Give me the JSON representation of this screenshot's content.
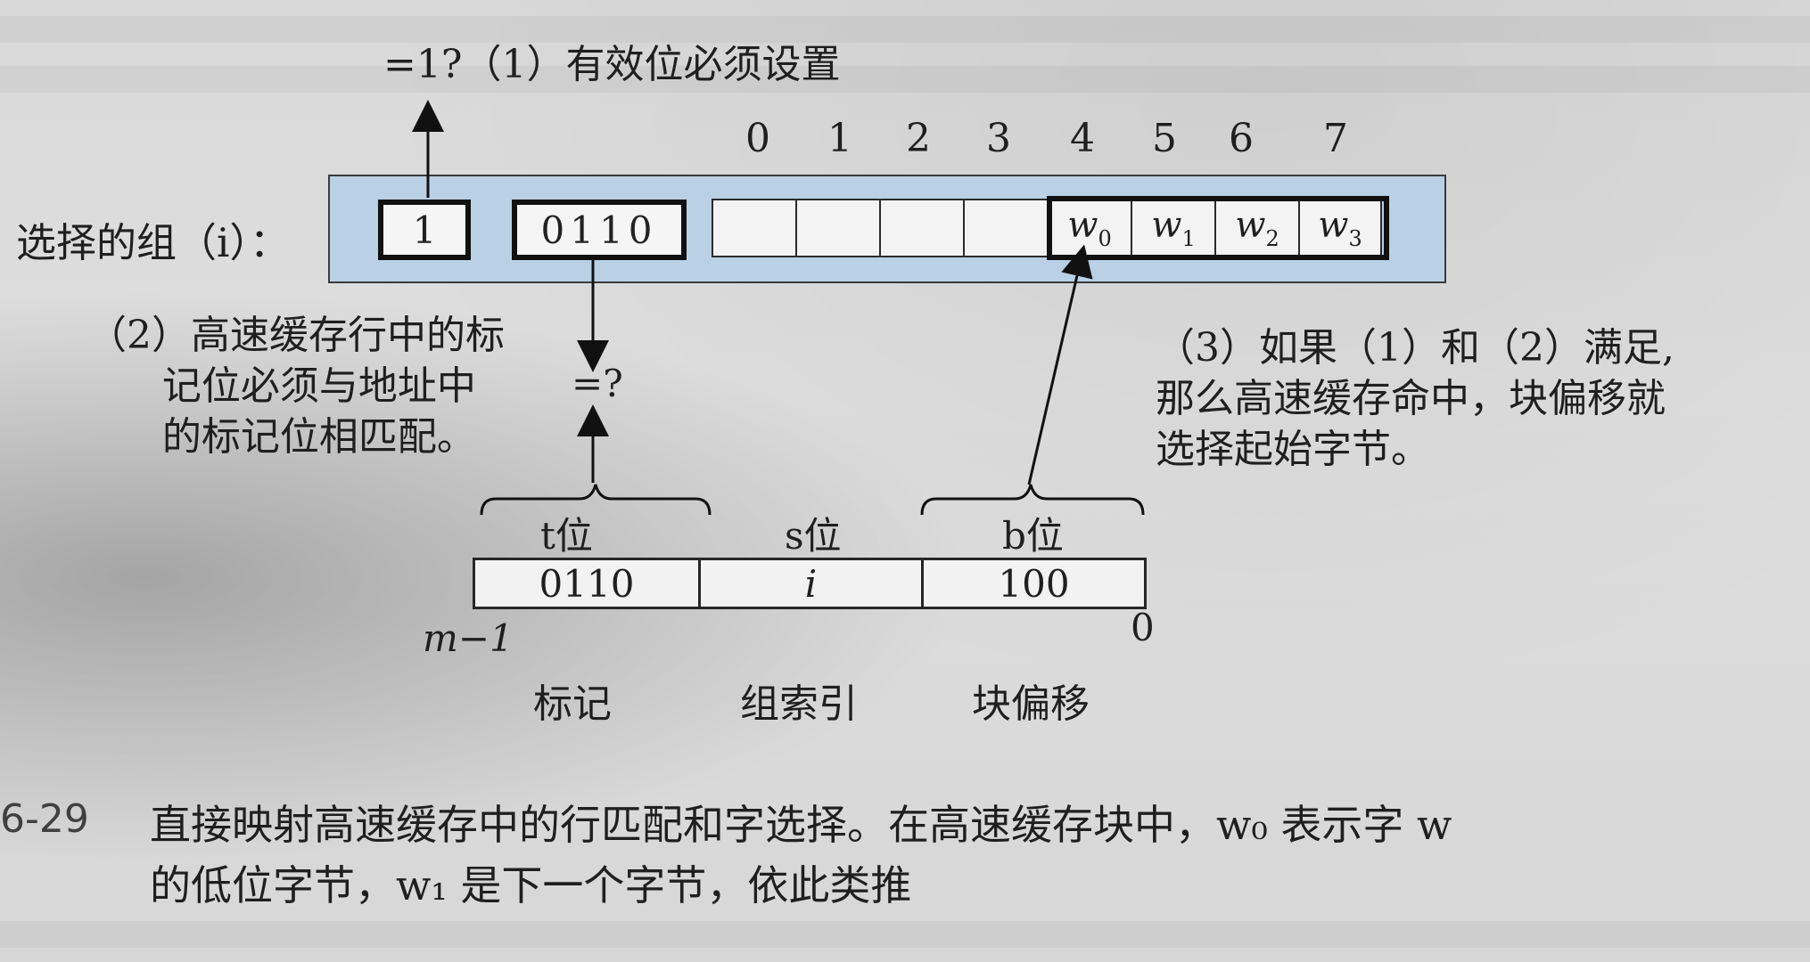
{
  "diagram": {
    "validity_check": "=1?（1）有效位必须设置",
    "bit_indices": [
      "0",
      "1",
      "2",
      "3",
      "4",
      "5",
      "6",
      "7"
    ],
    "selected_set_label": "选择的组（i）：",
    "valid_bit": "1",
    "tag_bits": "0110",
    "words": [
      "w",
      "w",
      "w",
      "w"
    ],
    "word_subscripts": [
      "0",
      "1",
      "2",
      "3"
    ],
    "tag_match_note": "（2）高速缓存行中的标\n      记位必须与地址中\n      的标记位相匹配。",
    "tag_compare": "=?",
    "hit_note": "（3）如果（1）和（2）满足,\n那么高速缓存命中，块偏移就\n选择起始字节。",
    "address_fields": {
      "t_label": "t位",
      "s_label": "s位",
      "b_label": "b位",
      "tag_value": "0110",
      "set_value": "i",
      "offset_value": "100",
      "msb_label": "m−1",
      "lsb_label": "0",
      "tag_name": "标记",
      "set_index_name": "组索引",
      "block_offset_name": "块偏移"
    }
  },
  "figure": {
    "number": "6-29",
    "caption_line1": "直接映射高速缓存中的行匹配和字选择。在高速缓存块中，w₀ 表示字 w",
    "caption_line2": "的低位字节，w₁ 是下一个字节，依此类推"
  }
}
